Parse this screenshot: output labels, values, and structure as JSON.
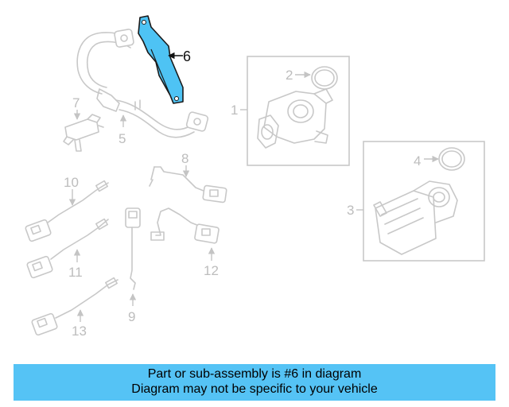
{
  "callouts": [
    "1",
    "2",
    "3",
    "4",
    "5",
    "6",
    "7",
    "8",
    "9",
    "10",
    "11",
    "12",
    "13"
  ],
  "highlight_color": "#4ec3f4",
  "banner": {
    "line1": "Part or sub-assembly is #6 in diagram",
    "line2": "Diagram may not be specific to your vehicle",
    "background": "#55c3f5"
  }
}
